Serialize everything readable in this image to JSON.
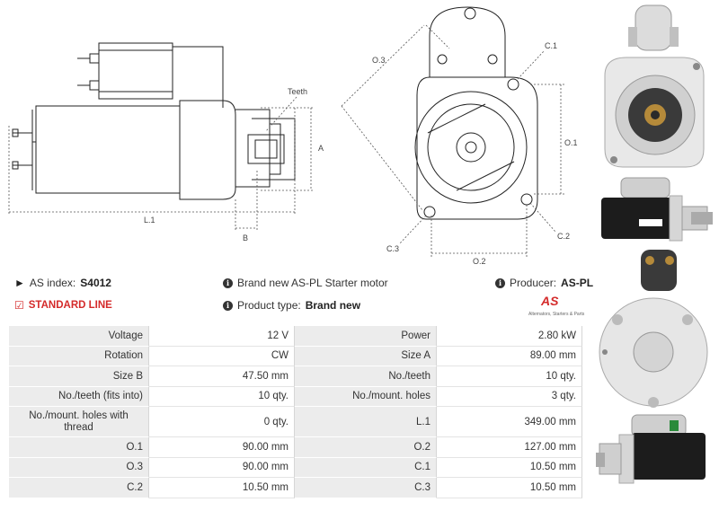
{
  "drawing": {
    "labels": {
      "teeth": "Teeth",
      "a": "A",
      "l1": "L.1",
      "b": "B",
      "o1": "O.1",
      "o2": "O.2",
      "o3": "O.3",
      "c1": "C.1",
      "c2": "C.2",
      "c3": "C.3"
    }
  },
  "info": {
    "as_index_label": "AS index:",
    "as_index_value": "S4012",
    "standard_line": "STANDARD LINE",
    "description": "Brand new AS-PL Starter motor",
    "product_type_label": "Product type:",
    "product_type_value": "Brand new",
    "producer_label": "Producer:",
    "producer_value": "AS-PL"
  },
  "logo": {
    "mark": "AS",
    "tagline": "Alternators, Starters & Parts"
  },
  "specs": [
    {
      "l1": "Voltage",
      "v1": "12 V",
      "l2": "Power",
      "v2": "2.80 kW"
    },
    {
      "l1": "Rotation",
      "v1": "CW",
      "l2": "Size A",
      "v2": "89.00 mm"
    },
    {
      "l1": "Size B",
      "v1": "47.50 mm",
      "l2": "No./teeth",
      "v2": "10 qty."
    },
    {
      "l1": "No./teeth (fits into)",
      "v1": "10 qty.",
      "l2": "No./mount. holes",
      "v2": "3 qty."
    },
    {
      "l1": "No./mount. holes with thread",
      "v1": "0 qty.",
      "l2": "L.1",
      "v2": "349.00 mm"
    },
    {
      "l1": "O.1",
      "v1": "90.00 mm",
      "l2": "O.2",
      "v2": "127.00 mm"
    },
    {
      "l1": "O.3",
      "v1": "90.00 mm",
      "l2": "C.1",
      "v2": "10.50 mm"
    },
    {
      "l1": "C.2",
      "v1": "10.50 mm",
      "l2": "C.3",
      "v2": "10.50 mm"
    }
  ]
}
